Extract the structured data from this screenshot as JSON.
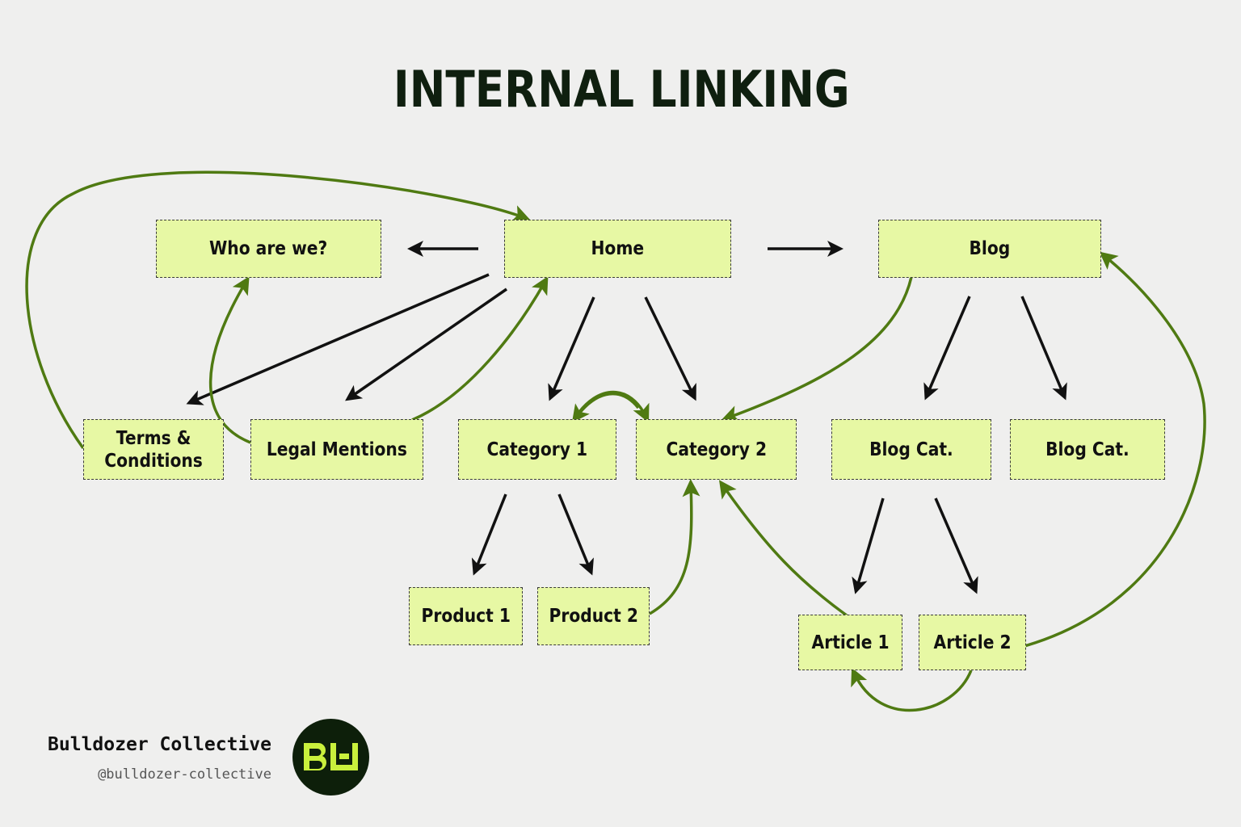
{
  "title": "INTERNAL LINKING",
  "colors": {
    "background": "#efefee",
    "node_fill": "#e7f8a4",
    "node_border": "#3a3a3a",
    "black_arrow": "#111111",
    "green_arrow": "#4f7a12",
    "logo_bg": "#0d1f0a",
    "logo_accent": "#c9f03c"
  },
  "nodes": {
    "who": "Who are we?",
    "home": "Home",
    "blog": "Blog",
    "terms": "Terms &\nConditions",
    "legal": "Legal Mentions",
    "cat1": "Category 1",
    "cat2": "Category 2",
    "blogcat1": "Blog Cat.",
    "blogcat2": "Blog Cat.",
    "prod1": "Product 1",
    "prod2": "Product 2",
    "art1": "Article 1",
    "art2": "Article 2"
  },
  "links": [
    {
      "from": "home",
      "to": "who",
      "kind": "hierarchy"
    },
    {
      "from": "home",
      "to": "blog",
      "kind": "hierarchy"
    },
    {
      "from": "home",
      "to": "terms",
      "kind": "hierarchy"
    },
    {
      "from": "home",
      "to": "legal",
      "kind": "hierarchy"
    },
    {
      "from": "home",
      "to": "cat1",
      "kind": "hierarchy"
    },
    {
      "from": "home",
      "to": "cat2",
      "kind": "hierarchy"
    },
    {
      "from": "blog",
      "to": "blogcat1",
      "kind": "hierarchy"
    },
    {
      "from": "blog",
      "to": "blogcat2",
      "kind": "hierarchy"
    },
    {
      "from": "cat1",
      "to": "prod1",
      "kind": "hierarchy"
    },
    {
      "from": "cat1",
      "to": "prod2",
      "kind": "hierarchy"
    },
    {
      "from": "blogcat1",
      "to": "art1",
      "kind": "hierarchy"
    },
    {
      "from": "blogcat1",
      "to": "art2",
      "kind": "hierarchy"
    },
    {
      "from": "terms",
      "to": "home",
      "kind": "internal"
    },
    {
      "from": "legal",
      "to": "who",
      "kind": "internal"
    },
    {
      "from": "legal",
      "to": "home",
      "kind": "internal"
    },
    {
      "from": "blog",
      "to": "cat2",
      "kind": "internal"
    },
    {
      "from": "cat1",
      "to": "cat2",
      "kind": "internal"
    },
    {
      "from": "cat2",
      "to": "cat1",
      "kind": "internal"
    },
    {
      "from": "prod2",
      "to": "cat2",
      "kind": "internal"
    },
    {
      "from": "art1",
      "to": "cat2",
      "kind": "internal"
    },
    {
      "from": "art2",
      "to": "art1",
      "kind": "internal"
    },
    {
      "from": "art2",
      "to": "blog",
      "kind": "internal"
    }
  ],
  "footer": {
    "brand": "Bulldozer Collective",
    "handle": "@bulldozer-collective"
  }
}
